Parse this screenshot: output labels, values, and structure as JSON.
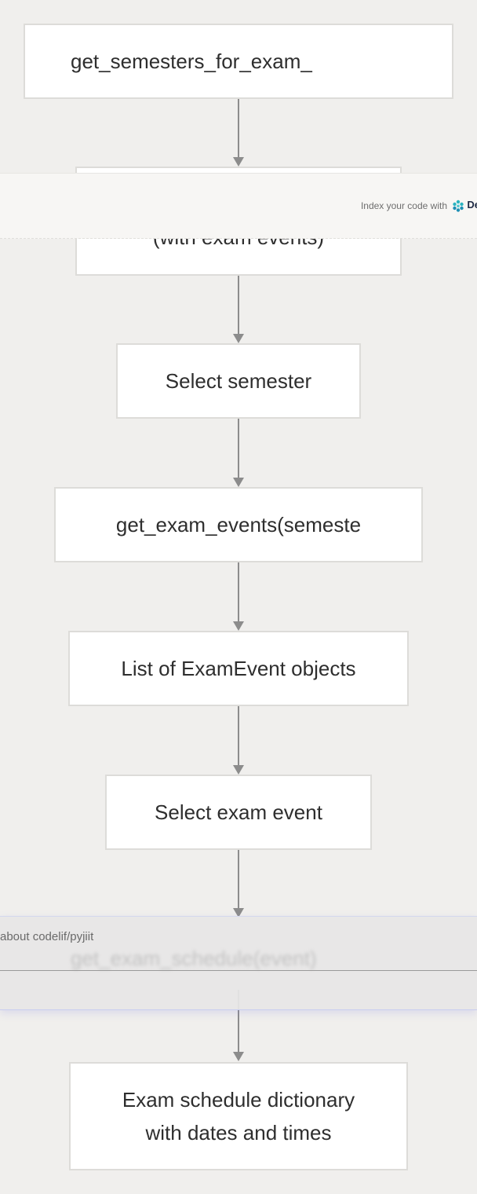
{
  "diagram": {
    "nodes": [
      {
        "id": "n1",
        "text": "get_semesters_for_exam_"
      },
      {
        "id": "n2",
        "text": "(with exam events)"
      },
      {
        "id": "n3",
        "text": "Select semester"
      },
      {
        "id": "n4",
        "text": "get_exam_events(semeste"
      },
      {
        "id": "n5",
        "text": "List of ExamEvent objects"
      },
      {
        "id": "n6",
        "text": "Select exam event"
      },
      {
        "id": "n7",
        "text": "get_exam_schedule(event)"
      },
      {
        "id": "n8",
        "line1": "Exam schedule dictionary",
        "line2": "with dates and times"
      }
    ]
  },
  "overlay": {
    "index_text": "Index your code with",
    "brand_text": "De",
    "logo": "devin-logo-icon"
  },
  "chat": {
    "hint": "about codelif/pyjiit"
  }
}
